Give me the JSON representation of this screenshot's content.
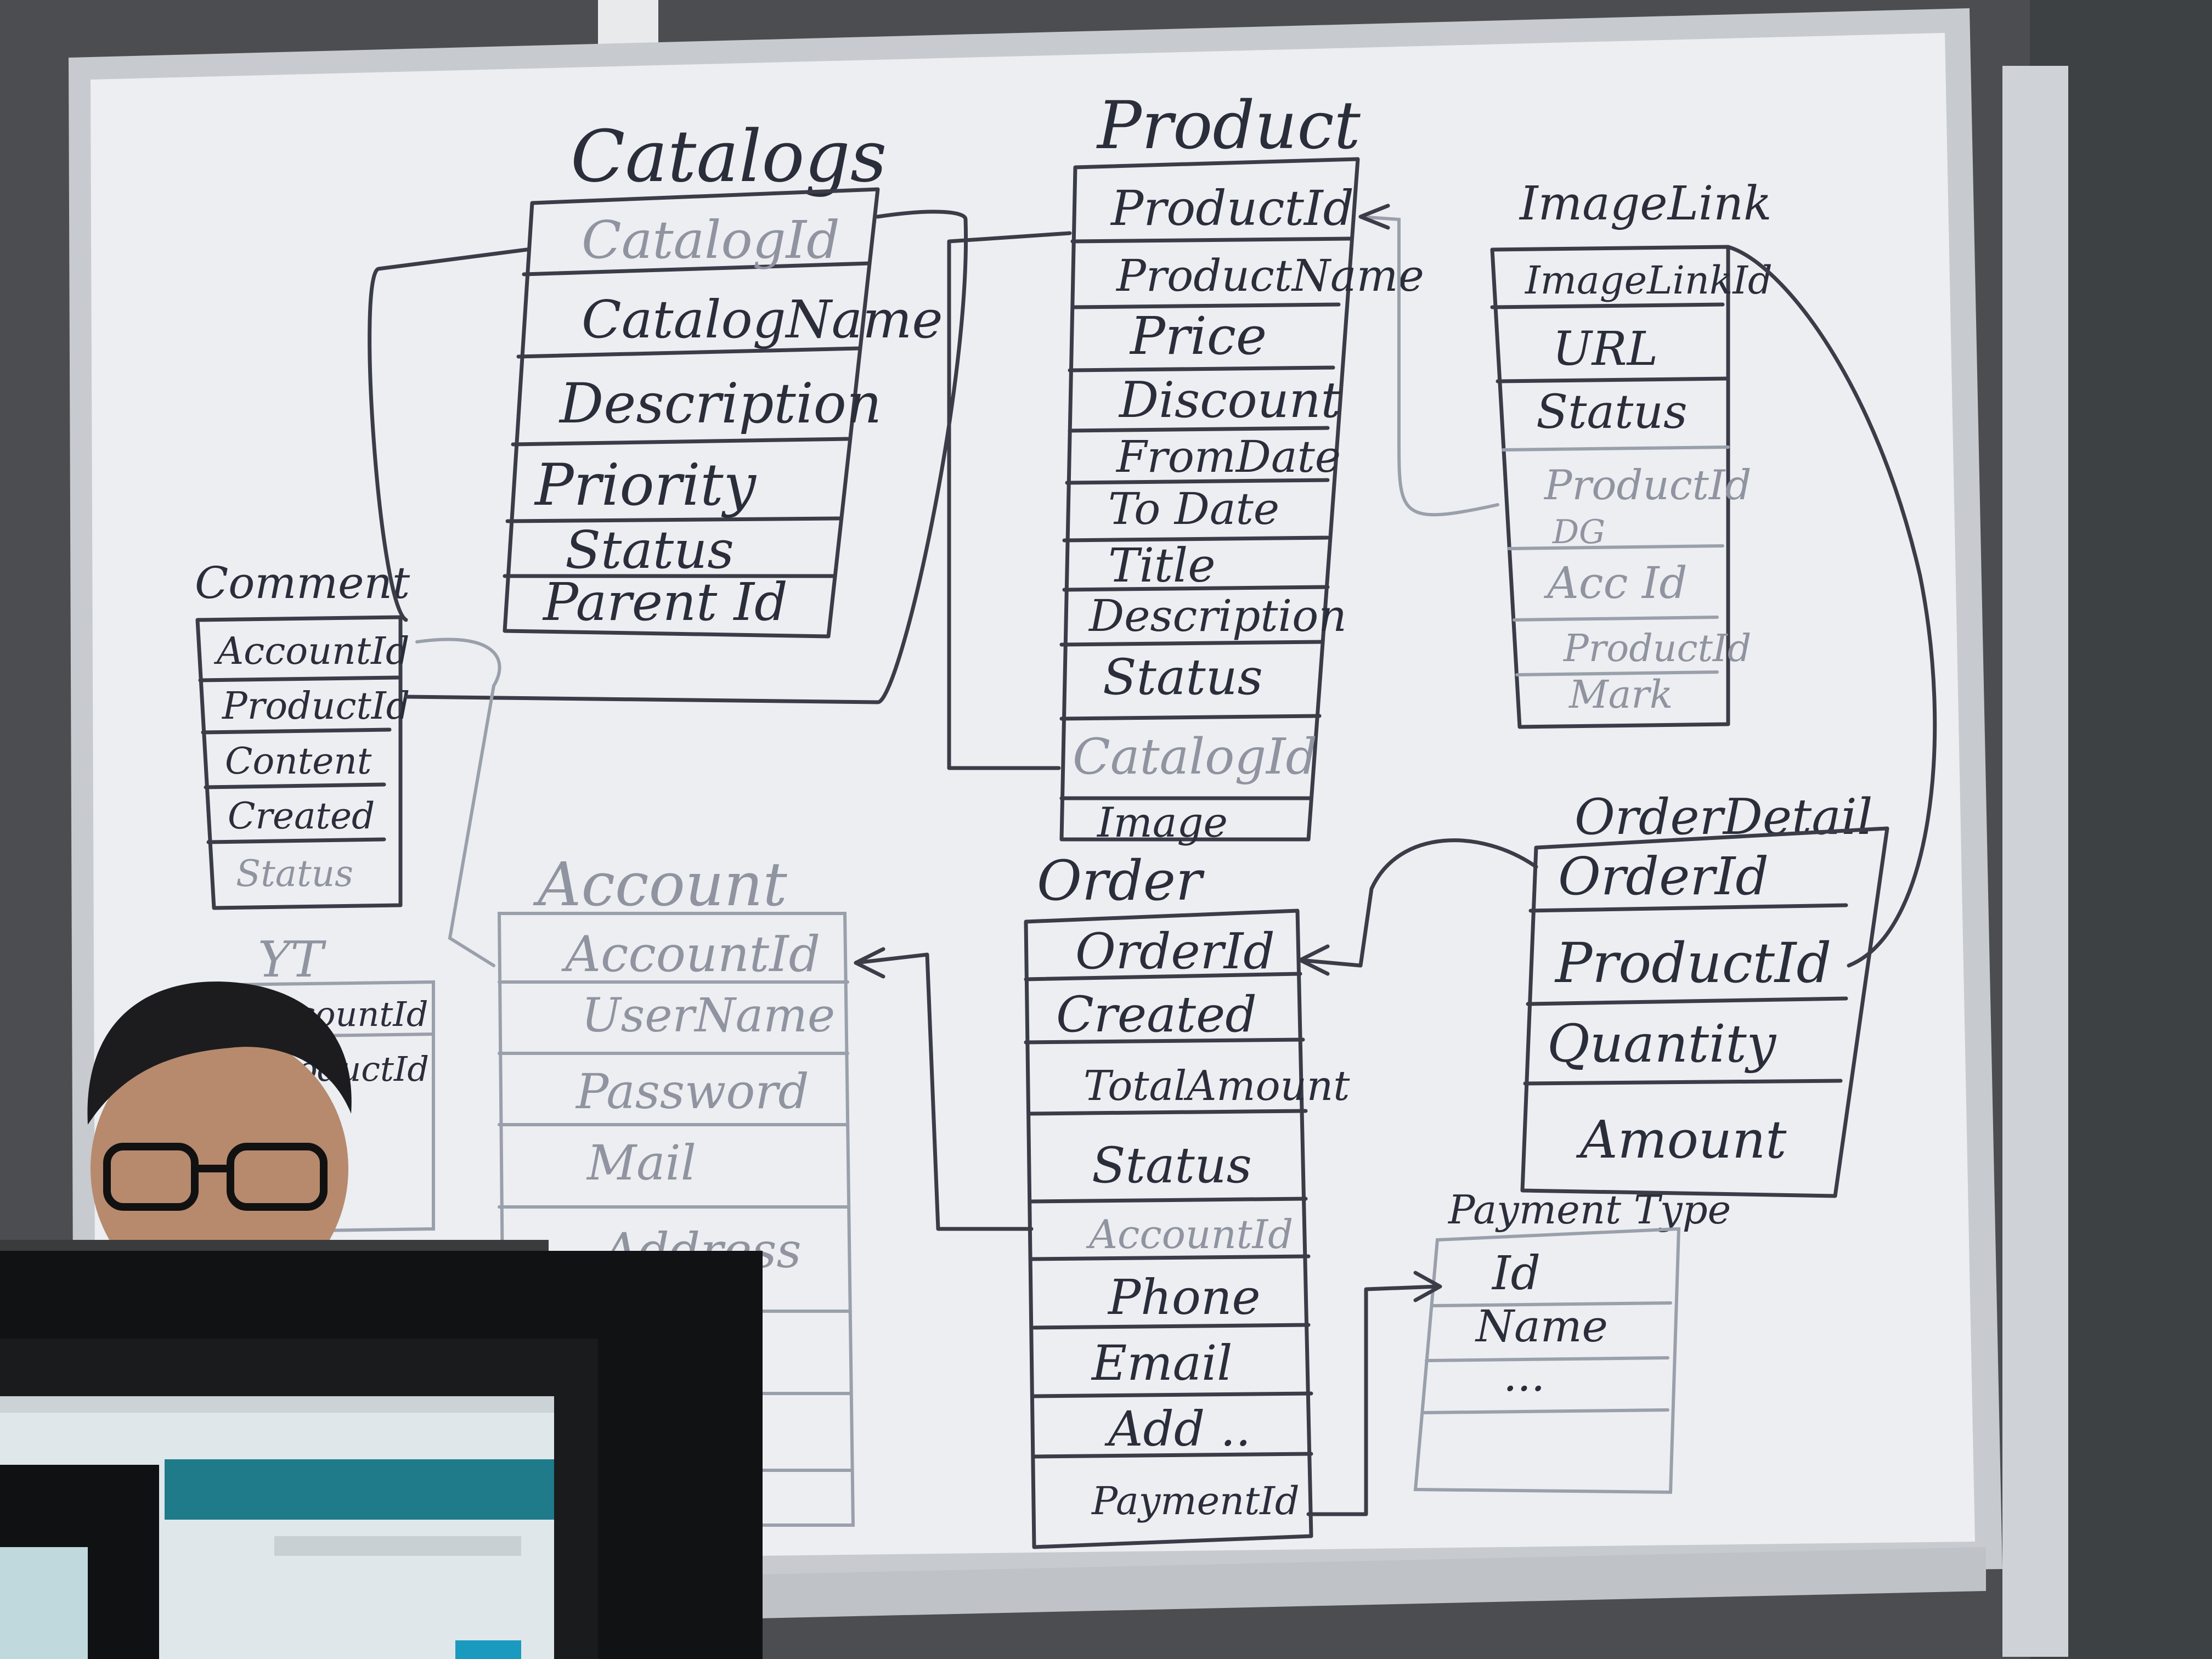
{
  "whiteboard": {
    "tables": {
      "catalogs": {
        "title": "Catalogs",
        "fields": [
          "CatalogId",
          "CatalogName",
          "Description",
          "Priority",
          "Status",
          "Parent Id"
        ]
      },
      "product": {
        "title": "Product",
        "fields": [
          "ProductId",
          "ProductName",
          "Price",
          "Discount",
          "FromDate",
          "To Date",
          "Title",
          "Description",
          "Status",
          "CatalogId",
          "Image"
        ]
      },
      "image_link": {
        "title": "ImageLink",
        "fields": [
          "ImageLinkId",
          "URL",
          "Status",
          "ProductId"
        ]
      },
      "image_link_extra": {
        "fields": [
          "DG",
          "Acc Id",
          "ProductId",
          "Mark"
        ]
      },
      "comment": {
        "title": "Comment",
        "fields": [
          "AccountId",
          "ProductId",
          "Content",
          "Created",
          "Status"
        ]
      },
      "yt": {
        "title": "YT",
        "fields": [
          "AccountId",
          "ProductId"
        ]
      },
      "account": {
        "title": "Account",
        "fields": [
          "AccountId",
          "UserName",
          "Password",
          "Mail",
          "Address"
        ]
      },
      "order": {
        "title": "Order",
        "fields": [
          "OrderId",
          "Created",
          "TotalAmount",
          "Status",
          "AccountId",
          "Phone",
          "Email",
          "Add ..",
          "PaymentId"
        ]
      },
      "order_detail": {
        "title": "OrderDetail",
        "fields": [
          "OrderId",
          "ProductId",
          "Quantity",
          "Amount"
        ]
      },
      "payment_type": {
        "title": "Payment Type",
        "fields": [
          "Id",
          "Name",
          "..."
        ]
      }
    }
  },
  "colors": {
    "board": "#eef0f3",
    "ink": "#2a2d3a",
    "frame": "#c9ccd1",
    "wall": "#4a4c4f"
  }
}
